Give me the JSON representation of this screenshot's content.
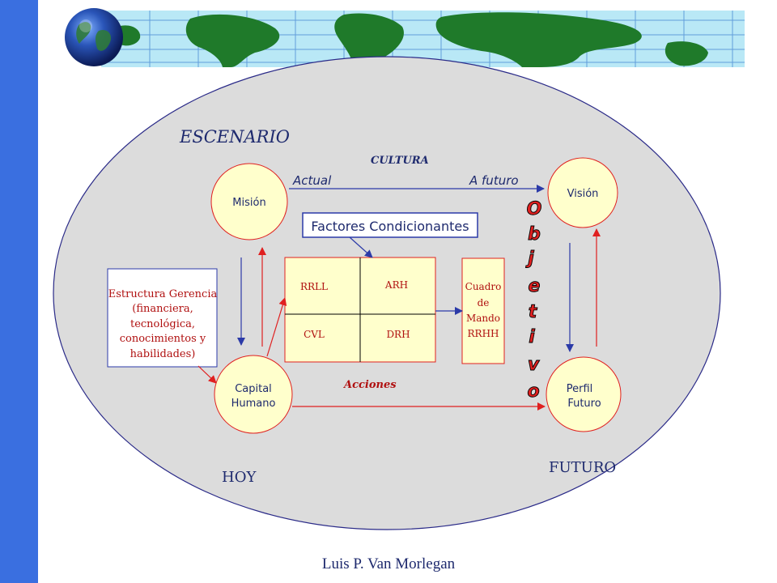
{
  "scenario": "ESCENARIO",
  "culture": "CULTURA",
  "arrow_actual": "Actual",
  "arrow_future": "A futuro",
  "mision": "Misión",
  "vision": "Visión",
  "factores": "Factores Condicionantes",
  "estructura": [
    "Estructura Gerencia",
    "(financiera,",
    "tecnológica,",
    "conocimientos y",
    "habilidades)"
  ],
  "matrix": {
    "rrll": "RRLL",
    "arh": "ARH",
    "cvl": "CVL",
    "drh": "DRH"
  },
  "cuadro": [
    "Cuadro",
    "de",
    "Mando",
    "RRHH"
  ],
  "objetivo": [
    "O",
    "b",
    "j",
    "e",
    "t",
    "i",
    "v",
    "o"
  ],
  "capital": [
    "Capital",
    "Humano"
  ],
  "perfil": [
    "Perfil",
    "Futuro"
  ],
  "acciones": "Acciones",
  "hoy": "HOY",
  "futuro": "FUTURO",
  "footer": "Luis P. Van Morlegan",
  "colors": {
    "left_bar": "#3a6fe0",
    "oval_fill": "#dcdcdc",
    "node_fill": "#ffffcc",
    "red": "#e02020",
    "blue_line": "#2b3aa8",
    "navy_text": "#1e2a6e"
  }
}
